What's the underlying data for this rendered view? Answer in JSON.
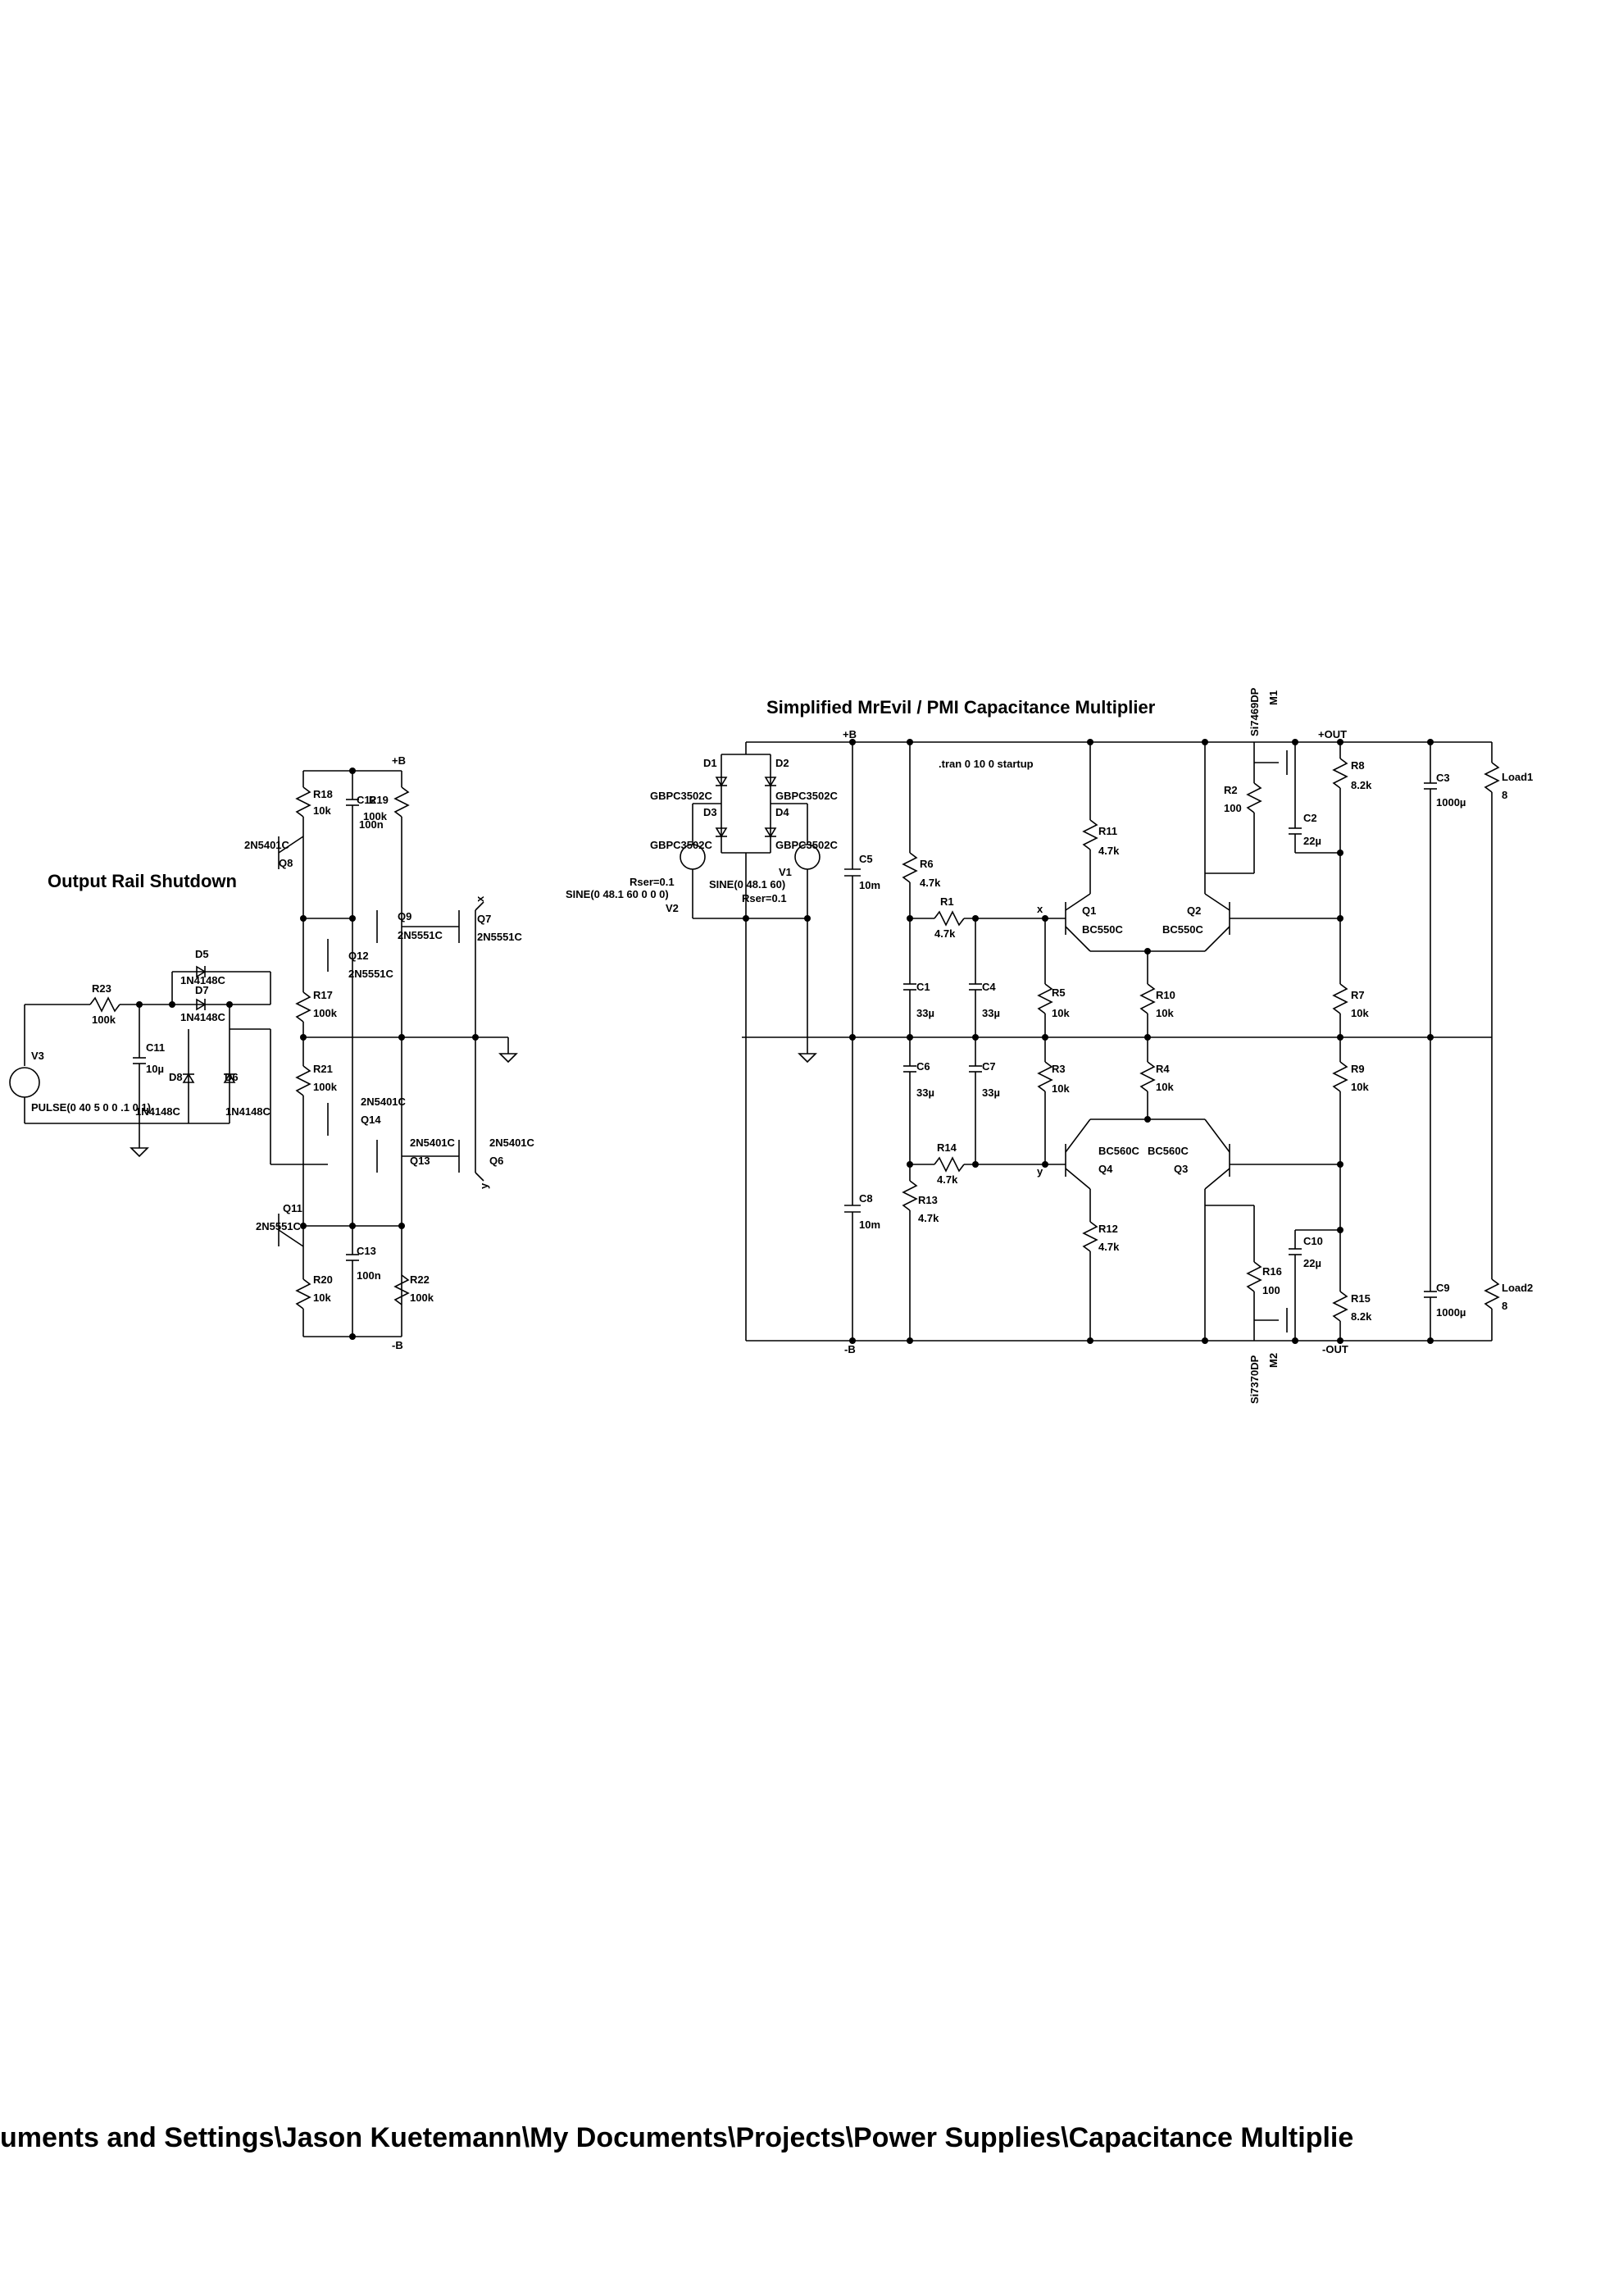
{
  "titles": {
    "main": "Simplified MrEvil / PMI Capacitance Multiplier",
    "shutdown": "Output Rail Shutdown"
  },
  "file_path": "uments and Settings\\Jason Kuetemann\\My Documents\\Projects\\Power Supplies\\Capacitance Multiplie",
  "directive": ".tran 0 10 0 startup",
  "net_labels": {
    "plus_b": "+B",
    "minus_b": "-B",
    "plus_out": "+OUT",
    "minus_out": "-OUT",
    "x": "x",
    "y": "y"
  },
  "sources": {
    "v1": {
      "name": "V1",
      "value": "SINE(0 48.1 60)",
      "rser": "Rser=0.1"
    },
    "v2": {
      "name": "V2",
      "value": "SINE(0 48.1 60 0 0 0)",
      "rser": "Rser=0.1"
    },
    "v3": {
      "name": "V3",
      "value": "PULSE(0 40 5 0 0 .1 0 1)"
    }
  },
  "components": [
    {
      "ref": "D1",
      "value": "GBPC3502C"
    },
    {
      "ref": "D2",
      "value": "GBPC3502C"
    },
    {
      "ref": "D3",
      "value": "GBPC3502C"
    },
    {
      "ref": "D4",
      "value": "GBPC3502C"
    },
    {
      "ref": "C5",
      "value": "10m"
    },
    {
      "ref": "C8",
      "value": "10m"
    },
    {
      "ref": "R6",
      "value": "4.7k"
    },
    {
      "ref": "R1",
      "value": "4.7k"
    },
    {
      "ref": "C1",
      "value": "33µ"
    },
    {
      "ref": "C4",
      "value": "33µ"
    },
    {
      "ref": "C6",
      "value": "33µ"
    },
    {
      "ref": "C7",
      "value": "33µ"
    },
    {
      "ref": "R5",
      "value": "10k"
    },
    {
      "ref": "R3",
      "value": "10k"
    },
    {
      "ref": "R14",
      "value": "4.7k"
    },
    {
      "ref": "R13",
      "value": "4.7k"
    },
    {
      "ref": "R11",
      "value": "4.7k"
    },
    {
      "ref": "R10",
      "value": "10k"
    },
    {
      "ref": "R4",
      "value": "10k"
    },
    {
      "ref": "R12",
      "value": "4.7k"
    },
    {
      "ref": "Q1",
      "value": "BC550C"
    },
    {
      "ref": "Q2",
      "value": "BC550C"
    },
    {
      "ref": "Q3",
      "value": "BC560C"
    },
    {
      "ref": "Q4",
      "value": "BC560C"
    },
    {
      "ref": "R2",
      "value": "100"
    },
    {
      "ref": "R16",
      "value": "100"
    },
    {
      "ref": "M1",
      "value": "Si7469DP"
    },
    {
      "ref": "M2",
      "value": "Si7370DP"
    },
    {
      "ref": "C2",
      "value": "22µ"
    },
    {
      "ref": "C10",
      "value": "22µ"
    },
    {
      "ref": "R8",
      "value": "8.2k"
    },
    {
      "ref": "R7",
      "value": "10k"
    },
    {
      "ref": "R9",
      "value": "10k"
    },
    {
      "ref": "R15",
      "value": "8.2k"
    },
    {
      "ref": "C3",
      "value": "1000µ"
    },
    {
      "ref": "C9",
      "value": "1000µ"
    },
    {
      "ref": "Load1",
      "value": "8"
    },
    {
      "ref": "Load2",
      "value": "8"
    },
    {
      "ref": "R18",
      "value": "10k"
    },
    {
      "ref": "R19",
      "value": "100k"
    },
    {
      "ref": "C12",
      "value": "100n"
    },
    {
      "ref": "Q8",
      "value": "2N5401C"
    },
    {
      "ref": "Q9",
      "value": "2N5551C"
    },
    {
      "ref": "Q7",
      "value": "2N5551C"
    },
    {
      "ref": "Q12",
      "value": "2N5551C"
    },
    {
      "ref": "R17",
      "value": "100k"
    },
    {
      "ref": "R21",
      "value": "100k"
    },
    {
      "ref": "Q14",
      "value": "2N5401C"
    },
    {
      "ref": "Q13",
      "value": "2N5401C"
    },
    {
      "ref": "Q6",
      "value": "2N5401C"
    },
    {
      "ref": "Q11",
      "value": "2N5551C"
    },
    {
      "ref": "C13",
      "value": "100n"
    },
    {
      "ref": "R20",
      "value": "10k"
    },
    {
      "ref": "R22",
      "value": "100k"
    },
    {
      "ref": "R23",
      "value": "100k"
    },
    {
      "ref": "C11",
      "value": "10µ"
    },
    {
      "ref": "D5",
      "value": "1N4148C"
    },
    {
      "ref": "D7",
      "value": "1N4148C"
    },
    {
      "ref": "D8",
      "value": "1N4148C"
    },
    {
      "ref": "D6",
      "value": "1N4148C"
    }
  ]
}
